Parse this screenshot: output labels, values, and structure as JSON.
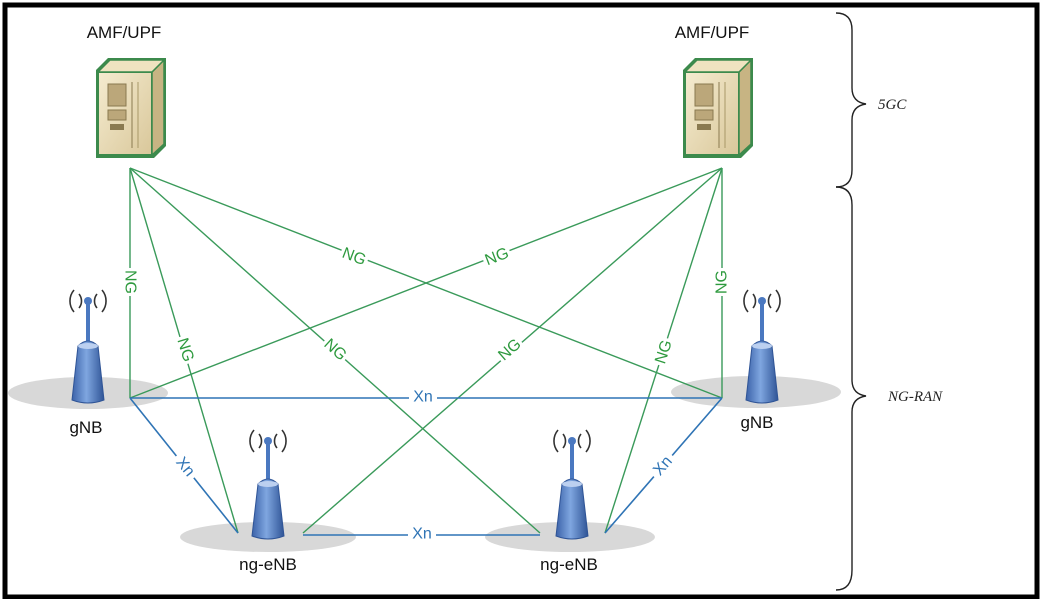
{
  "diagram": {
    "core_nodes": [
      {
        "id": "amf-upf-left",
        "label": "AMF/UPF"
      },
      {
        "id": "amf-upf-right",
        "label": "AMF/UPF"
      }
    ],
    "ran_nodes": [
      {
        "id": "gnb-left",
        "type": "gnb",
        "label": "gNB"
      },
      {
        "id": "gnb-right",
        "type": "gnb",
        "label": "gNB"
      },
      {
        "id": "ng-enb-left",
        "type": "ng-enb",
        "label": "ng-eNB"
      },
      {
        "id": "ng-enb-right",
        "type": "ng-enb",
        "label": "ng-eNB"
      }
    ],
    "ng_links": [
      {
        "from": "amf-upf-left",
        "to": "gnb-left",
        "label": "NG"
      },
      {
        "from": "amf-upf-left",
        "to": "ng-enb-left",
        "label": "NG"
      },
      {
        "from": "amf-upf-left",
        "to": "ng-enb-right",
        "label": "NG"
      },
      {
        "from": "amf-upf-left",
        "to": "gnb-right",
        "label": "NG"
      },
      {
        "from": "amf-upf-right",
        "to": "gnb-left",
        "label": "NG"
      },
      {
        "from": "amf-upf-right",
        "to": "ng-enb-left",
        "label": "NG"
      },
      {
        "from": "amf-upf-right",
        "to": "ng-enb-right",
        "label": "NG"
      },
      {
        "from": "amf-upf-right",
        "to": "gnb-right",
        "label": "NG"
      }
    ],
    "xn_links": [
      {
        "from": "gnb-left",
        "to": "gnb-right",
        "label": "Xn"
      },
      {
        "from": "gnb-left",
        "to": "ng-enb-left",
        "label": "Xn"
      },
      {
        "from": "ng-enb-left",
        "to": "ng-enb-right",
        "label": "Xn"
      },
      {
        "from": "ng-enb-right",
        "to": "gnb-right",
        "label": "Xn"
      }
    ],
    "regions": [
      {
        "id": "core",
        "label": "5GC"
      },
      {
        "id": "ran",
        "label": "NG-RAN"
      }
    ],
    "colors": {
      "ng_line": "#3a9a5a",
      "ng_text": "#2e9a3e",
      "xn_line": "#2f74b5",
      "xn_text": "#2f74b5",
      "server_body": "#e8dcb8",
      "server_border": "#3c8a4c",
      "antenna": "#4a78c0",
      "shadow": "#d7d7d7",
      "frame": "#000000"
    }
  }
}
